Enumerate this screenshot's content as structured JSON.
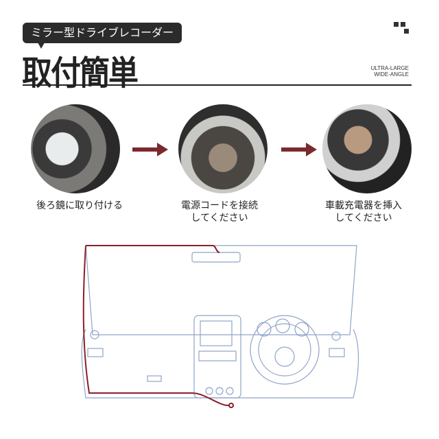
{
  "header": {
    "tag": "ミラー型ドライブレコーダー",
    "title": "取付簡単",
    "sub_line1": "ULTRA-LARGE",
    "sub_line2": "WIDE-ANGLE"
  },
  "steps": [
    {
      "caption_line1": "後ろ鏡に取り付ける",
      "caption_line2": ""
    },
    {
      "caption_line1": "電源コードを接続",
      "caption_line2": "してください"
    },
    {
      "caption_line1": "車載充電器を挿入",
      "caption_line2": "してください"
    }
  ],
  "colors": {
    "arrow": "#7a2a2e",
    "wire": "#8b1e2a",
    "outline": "#8fa3c8"
  }
}
